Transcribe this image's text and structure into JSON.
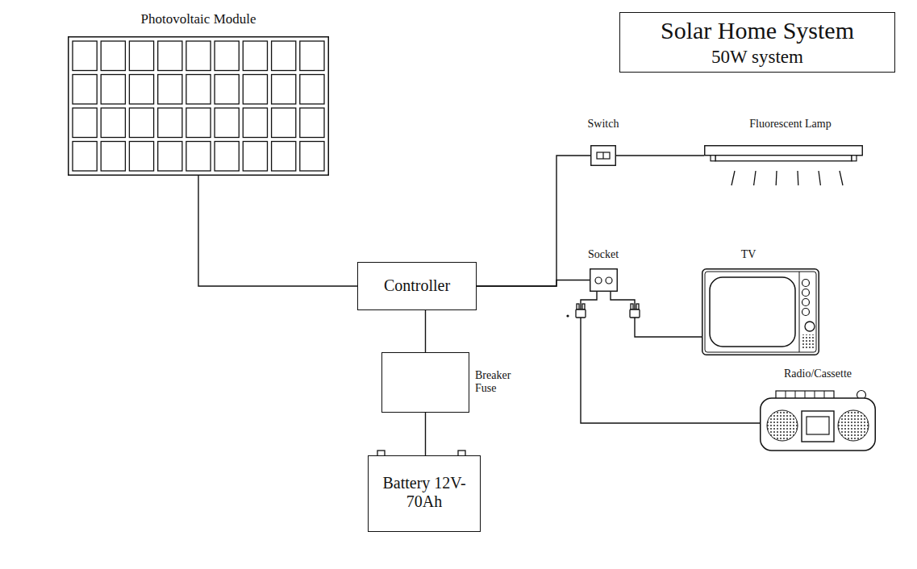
{
  "diagram": {
    "nodes": [
      {
        "text": [
          "Photovoltaic Module"
        ]
      },
      {
        "text": [
          "Solar Home System",
          "50W system"
        ]
      },
      {
        "text": [
          "Switch"
        ]
      },
      {
        "text": [
          "Fluorescent Lamp"
        ]
      },
      {
        "text": [
          "Controller"
        ]
      },
      {
        "text": [
          "Socket"
        ]
      },
      {
        "text": [
          "TV"
        ]
      },
      {
        "text": [
          "Breaker Fuse"
        ]
      },
      {
        "text": [
          "Radio/Cassette"
        ]
      },
      {
        "text": [
          "Battery 12V-70Ah"
        ]
      }
    ],
    "edges": [
      {
        "from": 0,
        "to": 4,
        "arrow": "none"
      },
      {
        "from": 4,
        "to": 7,
        "arrow": "none"
      },
      {
        "from": 7,
        "to": 9,
        "arrow": "none"
      },
      {
        "from": 4,
        "to": 2,
        "arrow": "none"
      },
      {
        "from": 4,
        "to": 5,
        "arrow": "none"
      },
      {
        "from": 2,
        "to": 3,
        "arrow": "none"
      },
      {
        "from": 5,
        "to": 6,
        "arrow": "none"
      },
      {
        "from": 5,
        "to": 8,
        "arrow": "none"
      }
    ]
  }
}
